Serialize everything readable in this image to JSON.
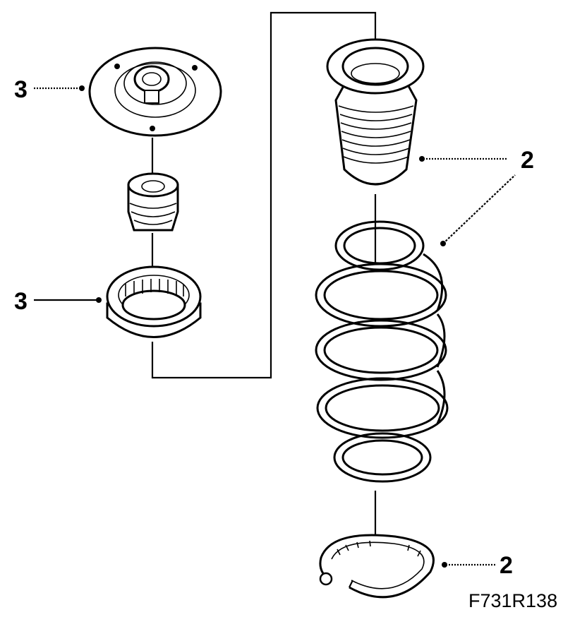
{
  "callouts": {
    "upper_mount_label": "3",
    "bearing_label": "3",
    "boot_label": "2",
    "seat_label": "2"
  },
  "reference_code": "F731R138"
}
